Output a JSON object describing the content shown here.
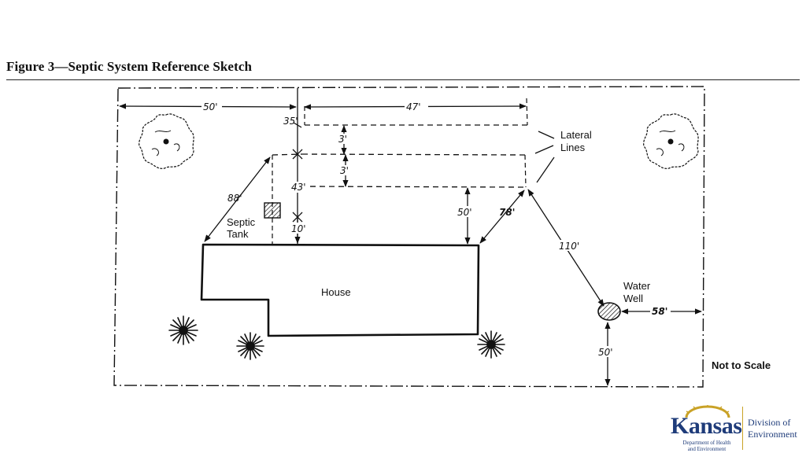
{
  "figure": {
    "title": "Figure 3—Septic System Reference Sketch"
  },
  "labels": {
    "lateral_lines": [
      "Lateral",
      "Lines"
    ],
    "septic_tank": [
      "Septic",
      "Tank"
    ],
    "house": "House",
    "water_well": [
      "Water",
      "Well"
    ],
    "not_to_scale": "Not to Scale"
  },
  "dimensions": {
    "left_width": "50'",
    "right_width": "47'",
    "front_setback": "35'",
    "lateral_spacing_1": "3'",
    "lateral_spacing_2": "3'",
    "lateral_to_house_center": "43'",
    "tank_to_house": "10'",
    "tank_to_corner": "88'",
    "lateral_to_house": "50'",
    "lateral_to_house_corner": "78'",
    "lateral_to_well": "110'",
    "well_to_right_line": "58'",
    "well_to_back_line": "50'"
  },
  "logo": {
    "name": "Kansas",
    "department": [
      "Department of Health",
      "and Environment"
    ],
    "division": [
      "Division of",
      "Environment"
    ]
  },
  "colors": {
    "ink": "#111111",
    "logo_blue": "#1f3c7a",
    "logo_gold": "#c9a227"
  },
  "icons": [
    "tree-icon",
    "shrub-icon",
    "septic-tank-icon",
    "water-well-icon",
    "sun-icon"
  ]
}
